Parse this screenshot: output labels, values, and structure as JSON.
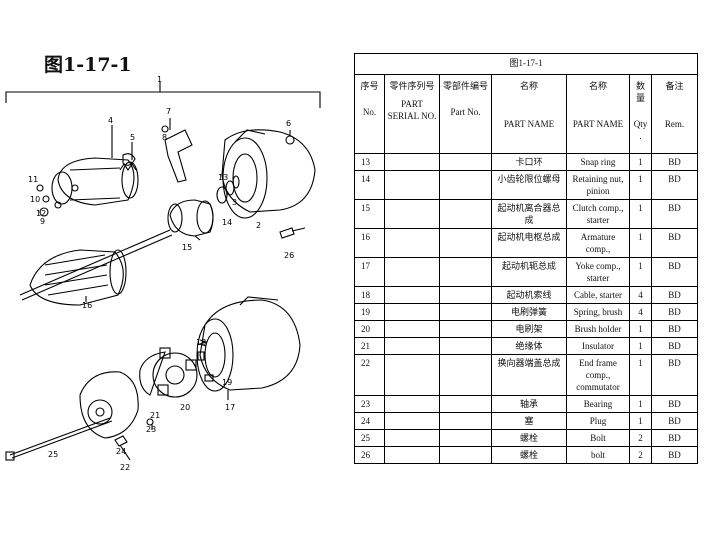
{
  "title": "图1-17-1",
  "table": {
    "caption": "图1-17-1",
    "headers": [
      {
        "cn": "序号",
        "en": "No."
      },
      {
        "cn": "零件序列号",
        "en": "PART SERIAL NO."
      },
      {
        "cn": "零部件编号",
        "en": "Part No."
      },
      {
        "cn": "名称",
        "en": "PART NAME"
      },
      {
        "cn": "名称",
        "en": "PART NAME"
      },
      {
        "cn": "数量",
        "en": "Qty ."
      },
      {
        "cn": "备注",
        "en": "Rem."
      }
    ],
    "rows": [
      {
        "no": "13",
        "serial": "",
        "part_no": "",
        "name_cn": "卡口环",
        "name_en": "Snap ring",
        "qty": "1",
        "rem": "BD"
      },
      {
        "no": "14",
        "serial": "",
        "part_no": "",
        "name_cn": "小齿轮限位螺母",
        "name_en": "Retaining nut, pinion",
        "qty": "1",
        "rem": "BD"
      },
      {
        "no": "15",
        "serial": "",
        "part_no": "",
        "name_cn": "起动机离合器总成",
        "name_en": "Clutch comp., starter",
        "qty": "1",
        "rem": "BD"
      },
      {
        "no": "16",
        "serial": "",
        "part_no": "",
        "name_cn": "起动机电枢总成",
        "name_en": "Armature comp.,",
        "qty": "1",
        "rem": "BD"
      },
      {
        "no": "17",
        "serial": "",
        "part_no": "",
        "name_cn": "起动机轭总成",
        "name_en": "Yoke comp., starter",
        "qty": "1",
        "rem": "BD"
      },
      {
        "no": "18",
        "serial": "",
        "part_no": "",
        "name_cn": "起动机索线",
        "name_en": "Cable, starter",
        "qty": "4",
        "rem": "BD"
      },
      {
        "no": "19",
        "serial": "",
        "part_no": "",
        "name_cn": "电刷弹簧",
        "name_en": "Spring, brush",
        "qty": "4",
        "rem": "BD"
      },
      {
        "no": "20",
        "serial": "",
        "part_no": "",
        "name_cn": "电刷架",
        "name_en": "Brush holder",
        "qty": "1",
        "rem": "BD"
      },
      {
        "no": "21",
        "serial": "",
        "part_no": "",
        "name_cn": "绝缘体",
        "name_en": "Insulator",
        "qty": "1",
        "rem": "BD"
      },
      {
        "no": "22",
        "serial": "",
        "part_no": "",
        "name_cn": "换向器端盖总成",
        "name_en": "End frame comp., commutator",
        "qty": "1",
        "rem": "BD"
      },
      {
        "no": "23",
        "serial": "",
        "part_no": "",
        "name_cn": "轴承",
        "name_en": "Bearing",
        "qty": "1",
        "rem": "BD"
      },
      {
        "no": "24",
        "serial": "",
        "part_no": "",
        "name_cn": "塞",
        "name_en": "Plug",
        "qty": "1",
        "rem": "BD"
      },
      {
        "no": "25",
        "serial": "",
        "part_no": "",
        "name_cn": "螺栓",
        "name_en": "Bolt",
        "qty": "2",
        "rem": "BD"
      },
      {
        "no": "26",
        "serial": "",
        "part_no": "",
        "name_cn": "螺栓",
        "name_en": "bolt",
        "qty": "2",
        "rem": "BD"
      }
    ]
  },
  "diagram": {
    "callouts": [
      "1",
      "2",
      "3",
      "4",
      "5",
      "6",
      "7",
      "8",
      "9",
      "10",
      "11",
      "12",
      "13",
      "14",
      "15",
      "16",
      "17",
      "18",
      "19",
      "20",
      "21",
      "22",
      "23",
      "24",
      "25",
      "26"
    ]
  }
}
